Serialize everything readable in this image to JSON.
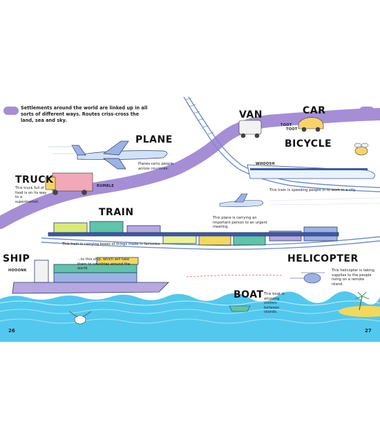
{
  "intro": "Settlements around the world are linked up in all sorts of different ways. Routes criss-cross the land, sea and sky.",
  "titles": {
    "plane": "PLANE",
    "truck": "TRUCK",
    "train": "TRAIN",
    "ship": "SHIP",
    "van": "VAN",
    "car": "CAR",
    "bicycle": "BICYCLE",
    "helicopter": "HELICOPTER",
    "boat": "BOAT"
  },
  "captions": {
    "plane": "Planes carry people across countries.",
    "truck": "This truck full of food is on its way to a supermarket.",
    "train": "This train is carrying boxes of things made in factories.",
    "ship": "...to this ship, which will take them to countries around the world.",
    "high_speed_train": "This train is speeding people in to work in a city.",
    "small_plane": "This plane is carrying an important person to an urgent meeting.",
    "helicopter": "This helicopter is taking supplies to the people living on a remote island.",
    "boat": "This boat is whizzing visitors between islands."
  },
  "sounds": {
    "rumble": "RUMBLE",
    "hooonk": "HOOONK",
    "toot1": "TOOT",
    "toot2": "TOOT",
    "whoosh": "WHOOSH"
  },
  "page_numbers": {
    "left": "26",
    "right": "27"
  },
  "colors": {
    "road": "#a58ed6",
    "sea": "#52c8ee",
    "rail": "#6f8fc7",
    "sky": "#cfe9f7"
  },
  "icons": [
    "plane-icon",
    "truck-icon",
    "train-icon",
    "ship-icon",
    "van-icon",
    "car-icon",
    "bicycle-icon",
    "bee-icon",
    "helicopter-icon",
    "boat-icon",
    "palm-tree-icon",
    "seagull-icon"
  ]
}
